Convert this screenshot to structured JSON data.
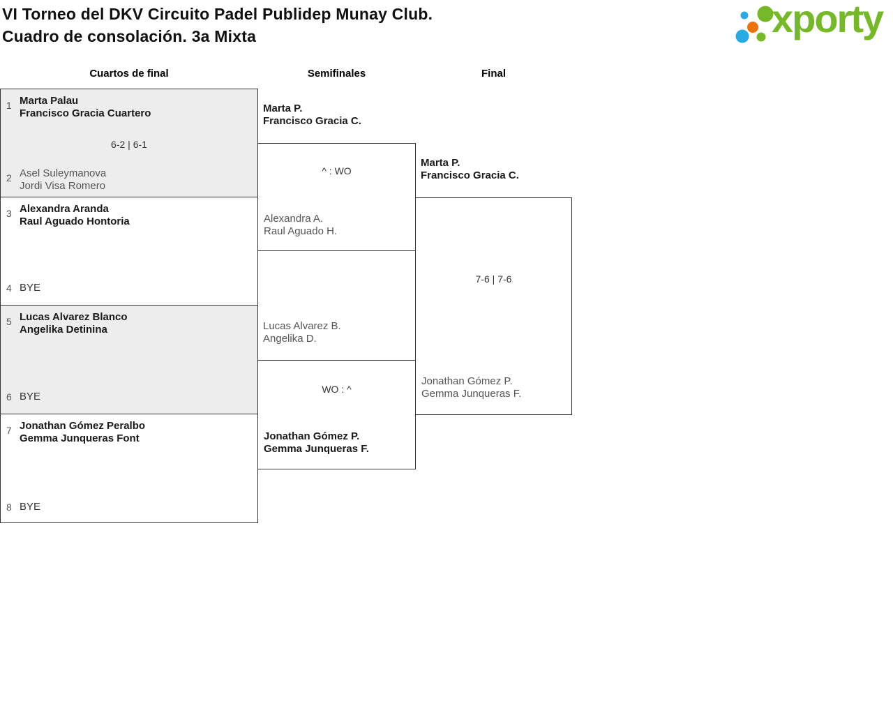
{
  "title": {
    "line1": "VI Torneo del DKV Circuito Padel Publidep Munay Club.",
    "line2": "Cuadro de consolación. 3a Mixta"
  },
  "logo": {
    "wordmark": "xporty",
    "colors": {
      "green": "#76b82a",
      "blue": "#29abe2",
      "orange": "#e9730d"
    }
  },
  "rounds": {
    "quarterfinals_label": "Cuartos de final",
    "semifinals_label": "Semifinales",
    "final_label": "Final"
  },
  "quarterfinals": [
    {
      "top_seed": "1",
      "top_team": [
        "Marta Palau",
        "Francisco Gracia Cuartero"
      ],
      "score": "6-2 | 6-1",
      "bottom_seed": "2",
      "bottom_team": [
        "Asel Suleymanova",
        "Jordi Visa Romero"
      ],
      "winner": "top"
    },
    {
      "top_seed": "3",
      "top_team": [
        "Alexandra Aranda",
        "Raul Aguado Hontoria"
      ],
      "score": "",
      "bottom_seed": "4",
      "bottom_bye": "BYE",
      "winner": "top"
    },
    {
      "top_seed": "5",
      "top_team": [
        "Lucas Alvarez Blanco",
        "Angelika Detinina"
      ],
      "score": "",
      "bottom_seed": "6",
      "bottom_bye": "BYE",
      "winner": "top"
    },
    {
      "top_seed": "7",
      "top_team": [
        "Jonathan Gómez Peralbo",
        "Gemma Junqueras Font"
      ],
      "score": "",
      "bottom_seed": "8",
      "bottom_bye": "BYE",
      "winner": "top"
    }
  ],
  "semifinals": [
    {
      "top_team": [
        "Marta P.",
        "Francisco Gracia C."
      ],
      "score": "^ : WO",
      "bottom_team": [
        "Alexandra A.",
        "Raul Aguado H."
      ],
      "winner": "top"
    },
    {
      "top_team": [
        "Lucas Alvarez B.",
        "Angelika D."
      ],
      "score": "WO : ^",
      "bottom_team": [
        "Jonathan Gómez P.",
        "Gemma Junqueras F."
      ],
      "winner": "bottom"
    }
  ],
  "final": {
    "top_team": [
      "Marta P.",
      "Francisco Gracia C."
    ],
    "score": "7-6 | 7-6",
    "bottom_team": [
      "Jonathan Gómez P.",
      "Gemma Junqueras F."
    ],
    "winner": "top"
  }
}
